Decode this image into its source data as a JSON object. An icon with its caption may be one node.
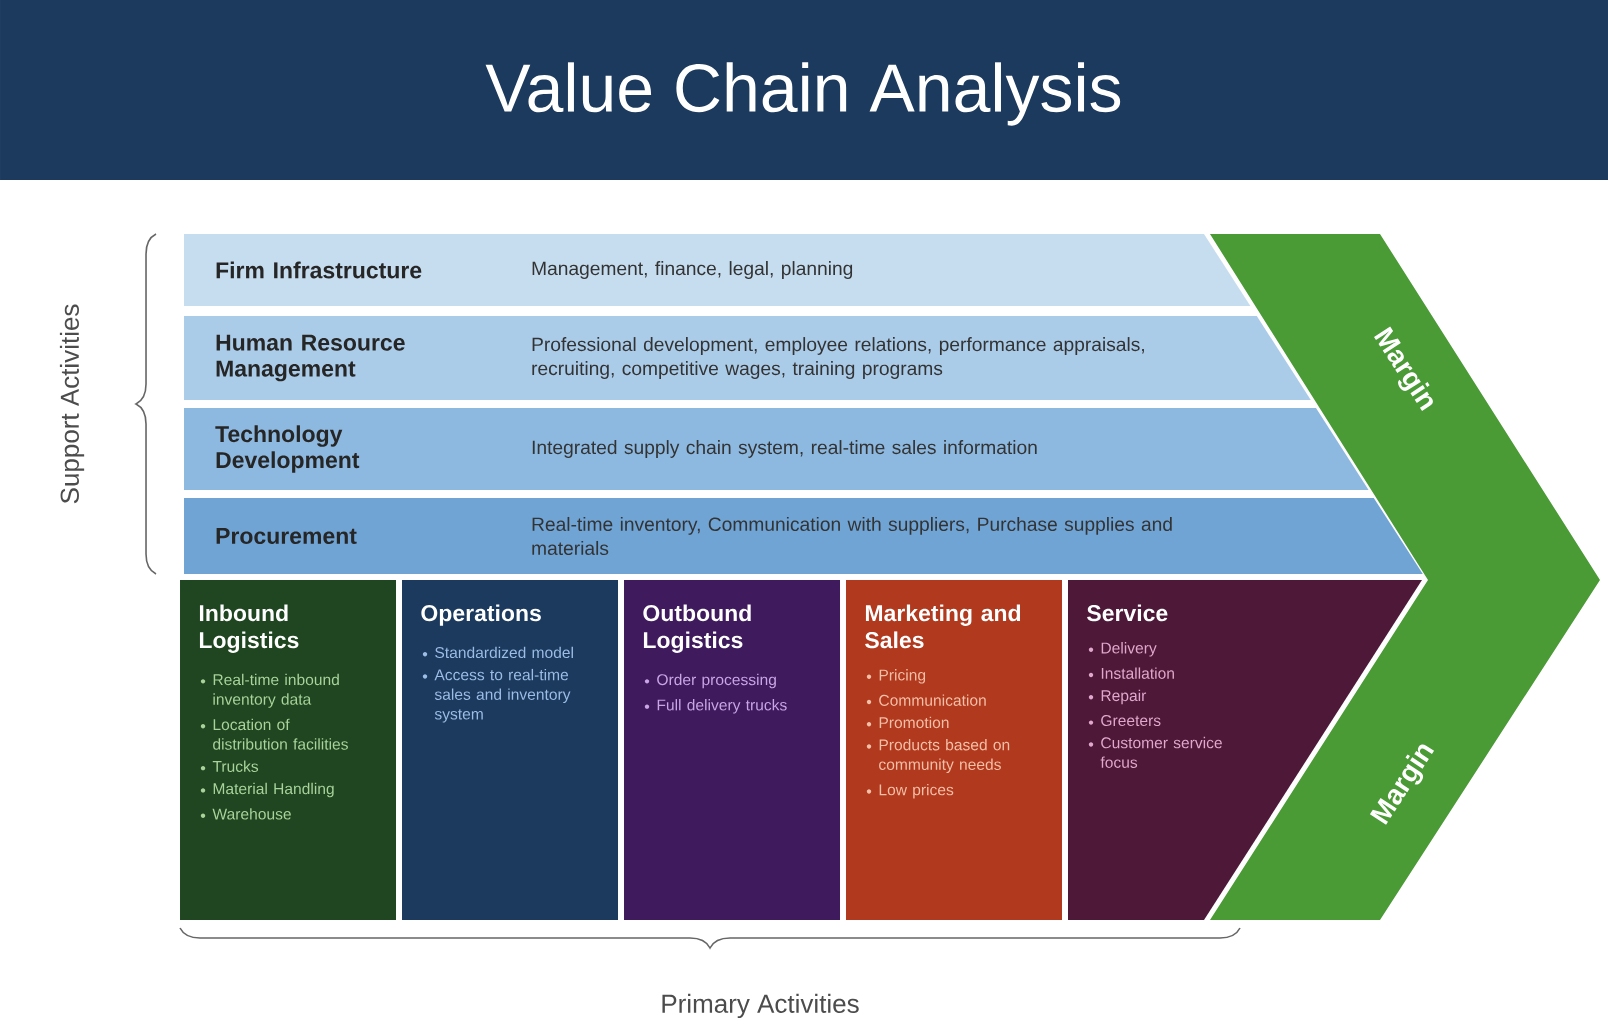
{
  "diagram": {
    "title": "Value Chain Analysis",
    "nodes": [
      {
        "text": [
          "Firm Infrastructure",
          "Management, finance, legal, planning"
        ]
      },
      {
        "text": [
          "Human Resource Management",
          "Professional development, employee relations, performance appraisals, recruiting, competitive wages, training programs"
        ]
      },
      {
        "text": [
          "Technology Development",
          "Integrated supply chain system, real-time sales information"
        ]
      },
      {
        "text": [
          "Procurement",
          "Real-time inventory, Communication with suppliers, Purchase supplies and materials"
        ]
      },
      {
        "text": [
          "Inbound Logistics",
          "Real-time inbound inventory data",
          "Location of distribution facilities",
          "Trucks",
          "Material Handling",
          "Warehouse"
        ]
      },
      {
        "text": [
          "Operations",
          "Standardized model",
          "Access to real-time sales and inventory system"
        ]
      },
      {
        "text": [
          "Outbound Logistics",
          "Order processing",
          "Full delivery trucks"
        ]
      },
      {
        "text": [
          "Marketing and Sales",
          "Pricing",
          "Communication",
          "Promotion",
          "Products based on community needs",
          "Low prices"
        ]
      },
      {
        "text": [
          "Service",
          "Delivery",
          "Installation",
          "Repair",
          "Greeters",
          "Customer service focus"
        ]
      },
      {
        "text": [
          "Margin",
          "Margin"
        ]
      }
    ],
    "labels": [
      "Support Activities",
      "Primary Activities"
    ]
  }
}
